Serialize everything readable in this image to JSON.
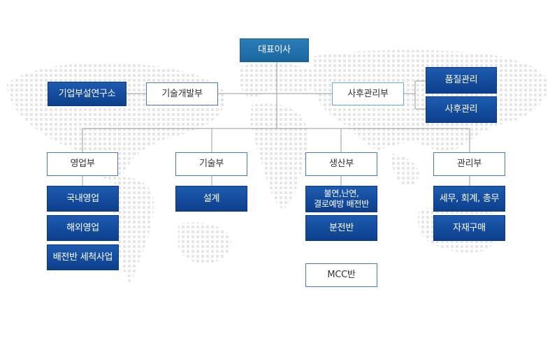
{
  "org": {
    "ceo": "대표이사",
    "rnd_lab": "기업부설연구소",
    "tech_dev": "기술개발부",
    "after_service": {
      "label": "사후관리부",
      "children": [
        "품질관리",
        "사후관리"
      ]
    },
    "departments": [
      {
        "label": "영업부",
        "children": [
          "국내영업",
          "해외영업",
          "배전반 세척사업"
        ]
      },
      {
        "label": "기술부",
        "children": [
          "설계"
        ]
      },
      {
        "label": "생산부",
        "children": [
          "불연,난연,\n결로예방 배전반",
          "분전반"
        ],
        "extra": "MCC반"
      },
      {
        "label": "관리부",
        "children": [
          "세무, 회계, 총무",
          "자재구매"
        ]
      }
    ]
  },
  "colors": {
    "dark_box": "#0d3f8c",
    "ceo_box": "#1c669f",
    "border": "#4a78b8",
    "line": "#9a9a9a",
    "map_dots": "#e6e6e6"
  }
}
